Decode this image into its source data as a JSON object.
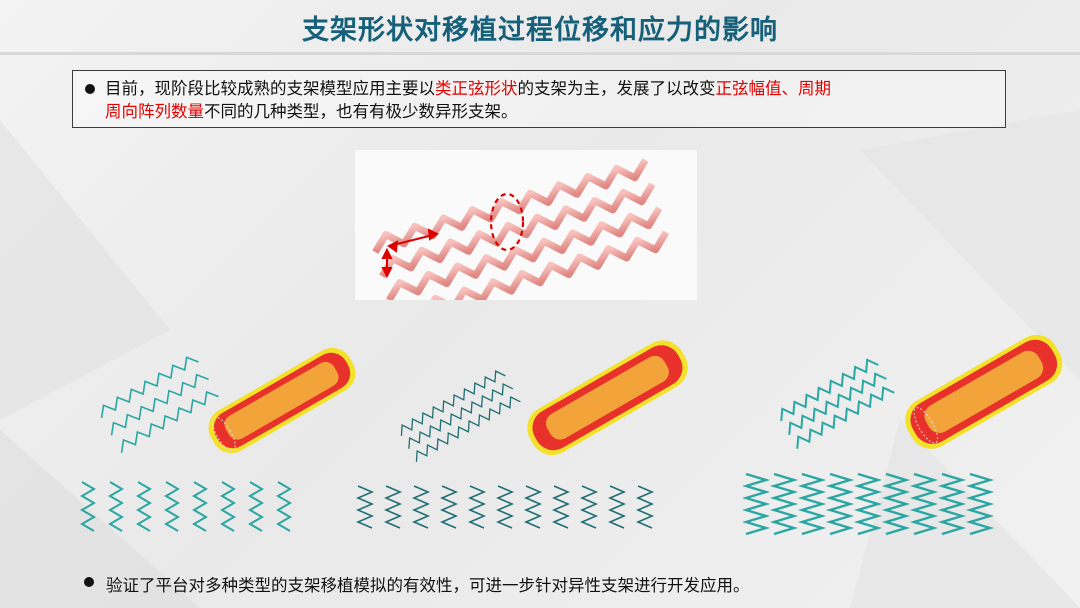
{
  "title": "支架形状对移植过程位移和应力的影响",
  "colors": {
    "title": "#17607a",
    "accent_red": "#e60000",
    "stent_pink": "#f0a09c",
    "mesh_teal": "#2aa7a3",
    "vessel_orange": "#f2a43a",
    "vessel_red": "#e8312a",
    "vessel_yellow": "#f3e12a"
  },
  "info": {
    "t1": "目前，现阶段比较成熟的支架模型应用主要以",
    "h1": "类正弦形状",
    "t2": "的支架为主，发展了以改变",
    "h2": "正弦幅值、周期",
    "h3": "周向阵列数量",
    "t3": "不同的几种类型，也有有极少数异形支架。"
  },
  "conclusion": "验证了平台对多种类型的支架移植模拟的有效性，可进一步针对异性支架进行开发应用。",
  "icons": {
    "bullet": "bullet-dot-icon"
  }
}
